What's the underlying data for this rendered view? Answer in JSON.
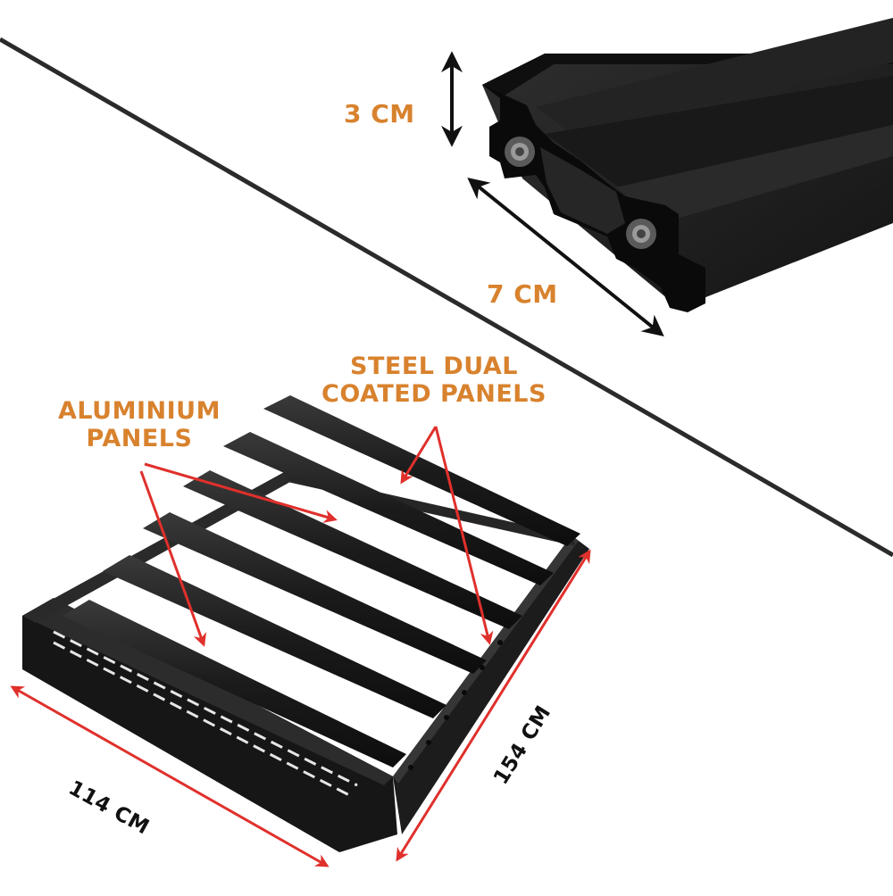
{
  "colors": {
    "accent_orange": "#d8822e",
    "arrow_red": "#e0302c",
    "metal_black": "#1a1a1a",
    "divider": "#2b2b2b"
  },
  "labels": {
    "height_dim": "3 CM",
    "width_dim": "7 CM",
    "steel_line1": "STEEL DUAL",
    "steel_line2": "COATED PANELS",
    "alu_line1": "ALUMINIUM",
    "alu_line2": "PANELS",
    "rack_width": "114 CM",
    "rack_length": "154 CM"
  },
  "icons": {
    "extrusion": "aluminium-extrusion-profile-image",
    "rack": "roof-rack-image"
  }
}
